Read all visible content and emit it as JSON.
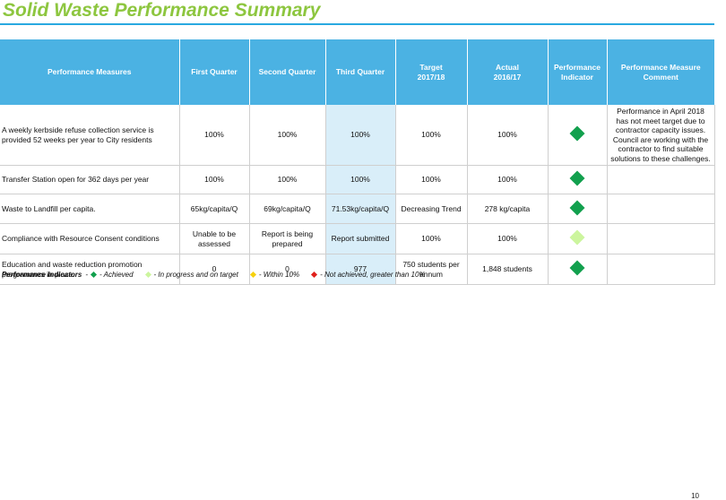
{
  "title": "Solid Waste Performance Summary",
  "colors": {
    "achieved": "#12a04e",
    "in_progress": "#ccf59e",
    "within": "#f6d10e",
    "not_achieved": "#e0201b",
    "header": "#4bb2e3",
    "title": "#8dc63f"
  },
  "table": {
    "headers": {
      "measure": "Performance Measures",
      "q1": "First Quarter",
      "q2": "Second Quarter",
      "q3": "Third Quarter",
      "target_l1": "Target",
      "target_l2": "2017/18",
      "actual_l1": "Actual",
      "actual_l2": "2016/17",
      "indicator_l1": "Performance",
      "indicator_l2": "Indicator",
      "comment_l1": "Performance Measure",
      "comment_l2": "Comment"
    },
    "rows": [
      {
        "measure": "A weekly kerbside refuse collection service is provided 52 weeks per year to City residents",
        "q1": "100%",
        "q2": "100%",
        "q3": "100%",
        "target": "100%",
        "actual": "100%",
        "indicator": "achieved",
        "comment": "Performance in April 2018 has not meet target due to contractor capacity issues. Council are working with the contractor to find suitable solutions to these challenges."
      },
      {
        "measure": "Transfer Station open for 362 days per year",
        "q1": "100%",
        "q2": "100%",
        "q3": "100%",
        "target": "100%",
        "actual": "100%",
        "indicator": "achieved",
        "comment": ""
      },
      {
        "measure": "Waste to Landfill per capita.",
        "q1": "65kg/capita/Q",
        "q2": "69kg/capita/Q",
        "q3": "71.53kg/capita/Q",
        "target": "Decreasing Trend",
        "actual": "278 kg/capita",
        "indicator": "achieved",
        "comment": ""
      },
      {
        "measure": "Compliance with Resource Consent conditions",
        "q1": "Unable to be assessed",
        "q2": "Report is being prepared",
        "q3": "Report submitted",
        "target": "100%",
        "actual": "100%",
        "indicator": "in_progress",
        "comment": ""
      },
      {
        "measure": "Education and waste reduction promotion programmes in place.",
        "q1": "0",
        "q2": "0",
        "q3": "977",
        "target": "750 students per annum",
        "actual": "1,848 students",
        "indicator": "achieved",
        "comment": ""
      }
    ]
  },
  "legend": {
    "label": "Performance Indicators",
    "dash": "-",
    "achieved": "- Achieved",
    "in_progress": "- In progress and on target",
    "within": "- Within 10%",
    "not_achieved": "- Not achieved, greater than 10%"
  },
  "page_number": "10"
}
